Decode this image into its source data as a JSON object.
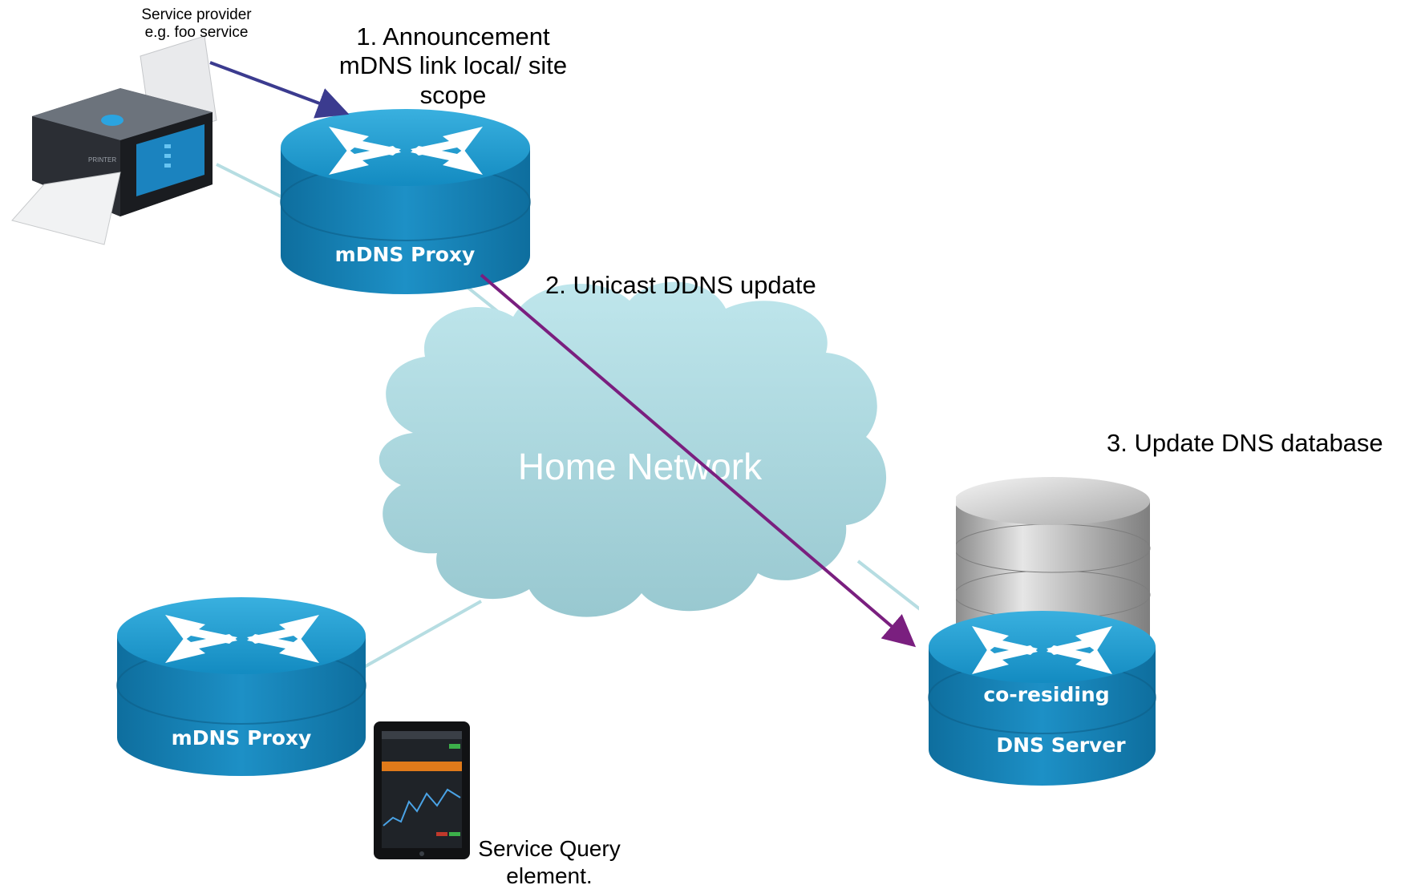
{
  "diagram": {
    "service_provider_label": "Service provider\ne.g. foo service",
    "announcement_label": "1.  Announcement\nmDNS link local/ site\nscope",
    "unicast_label": "2. Unicast DDNS update",
    "update_db_label": "3. Update DNS database",
    "cloud_label": "Home Network",
    "router_top_label": "mDNS Proxy",
    "router_bottom_label": "mDNS Proxy",
    "dns_router_label_1": "co-residing",
    "dns_router_label_2": "DNS Server",
    "query_label": "Service Query\nelement.",
    "printer_brand": "PRINTER",
    "colors": {
      "router": "#1b8ec2",
      "cloud": "#b2dfe6",
      "announce_arrow": "#3b3b8f",
      "ddns_arrow": "#7a1f7f",
      "link": "#b6dde2"
    }
  }
}
